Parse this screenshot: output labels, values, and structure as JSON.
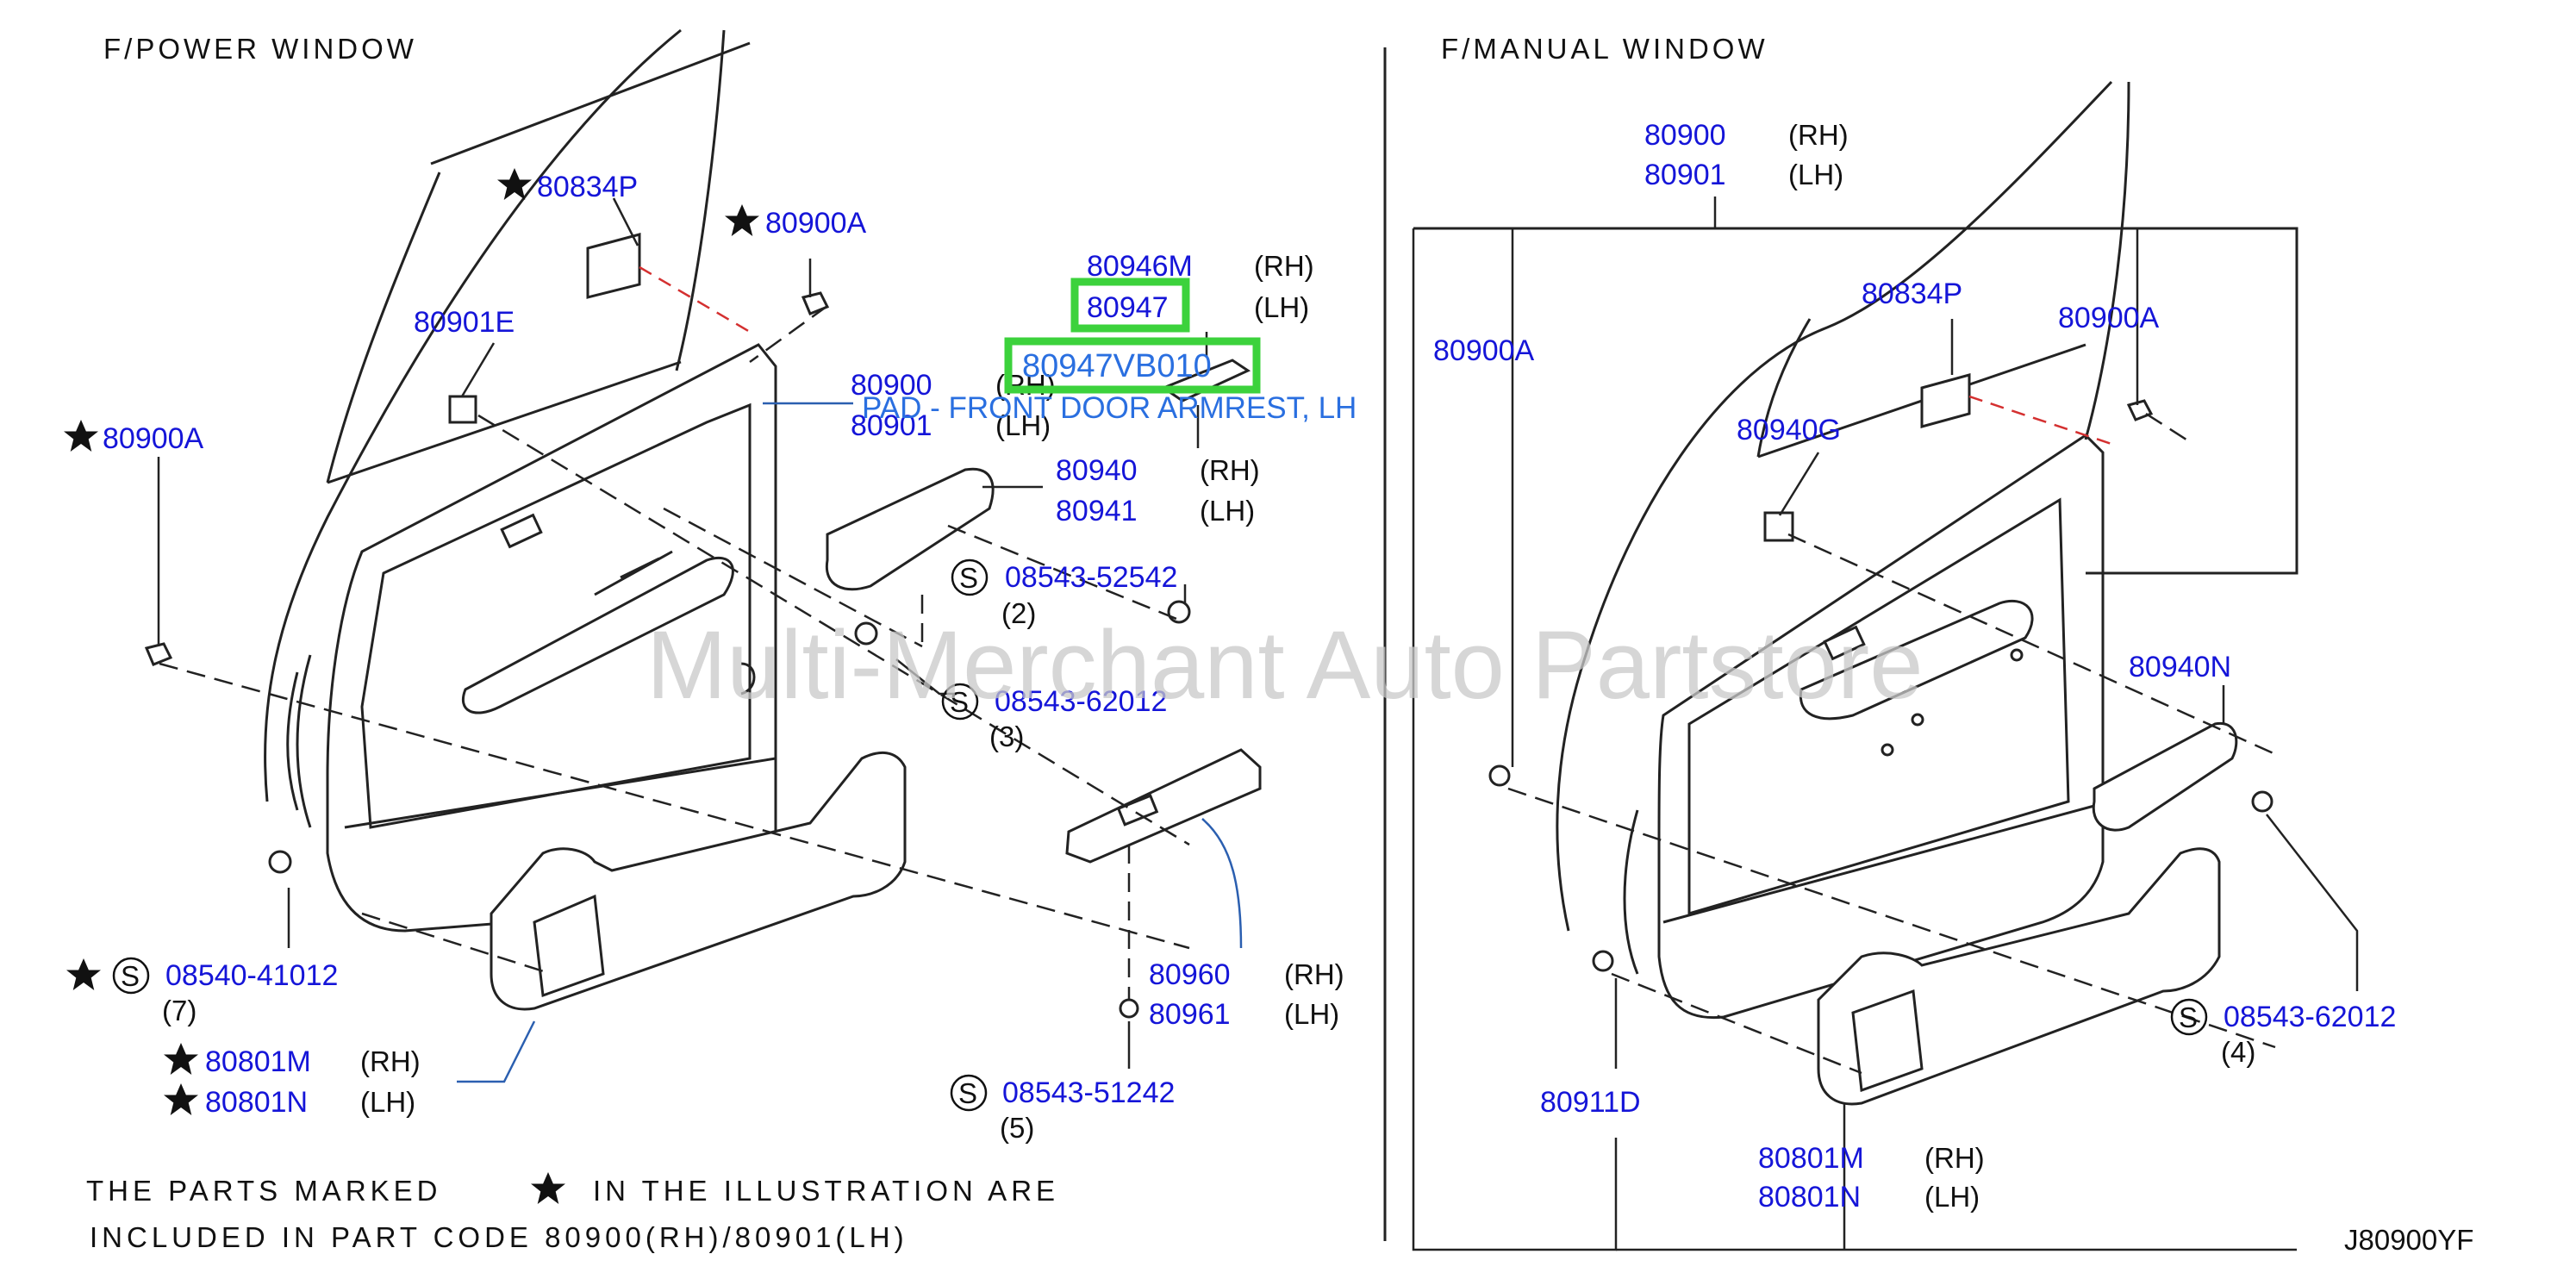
{
  "headers": {
    "power": "F/POWER  WINDOW",
    "manual": "F/MANUAL  WINDOW"
  },
  "watermark": "Multi-Merchant Auto Partstore",
  "tooltip": "PAD - FRONT DOOR ARMREST, LH",
  "footnote": {
    "line1_a": "THE  PARTS  MARKED",
    "line1_b": "IN  THE  ILLUSTRATION  ARE",
    "line2": "INCLUDED  IN  PART  CODE  80900(RH)/80901(LH)"
  },
  "diagram_code": "J80900YF",
  "side": {
    "rh": "(RH)",
    "lh": "(LH)"
  },
  "screw_symbol": "S",
  "power": {
    "p80834P": "80834P",
    "p80900A_top": "80900A",
    "p80901E": "80901E",
    "p80900A_left": "80900A",
    "p80900": "80900",
    "p80901": "80901",
    "p80946M": "80946M",
    "p80947": "80947",
    "p80947VB010": "80947VB010",
    "p80940": "80940",
    "p80941": "80941",
    "s1": {
      "num": "08543-52542",
      "qty": "(2)"
    },
    "s2": {
      "num": "08543-62012",
      "qty": "(3)"
    },
    "p80960": "80960",
    "p80961": "80961",
    "s3": {
      "num": "08543-51242",
      "qty": "(5)"
    },
    "s4": {
      "num": "08540-41012",
      "qty": "(7)"
    },
    "p80801M": "80801M",
    "p80801N": "80801N"
  },
  "manual": {
    "p80900": "80900",
    "p80901": "80901",
    "p80900A_left": "80900A",
    "p80834P": "80834P",
    "p80900A_right": "80900A",
    "p80940G": "80940G",
    "p80940N": "80940N",
    "s1": {
      "num": "08543-62012",
      "qty": "(4)"
    },
    "p80911D": "80911D",
    "p80801M": "80801M",
    "p80801N": "80801N"
  },
  "colors": {
    "part_number": "#1515d8",
    "highlight": "#3cd23c",
    "tooltip": "#2a6fe0",
    "leader_blue": "#2b5fb0",
    "center_line": "#d43030"
  }
}
